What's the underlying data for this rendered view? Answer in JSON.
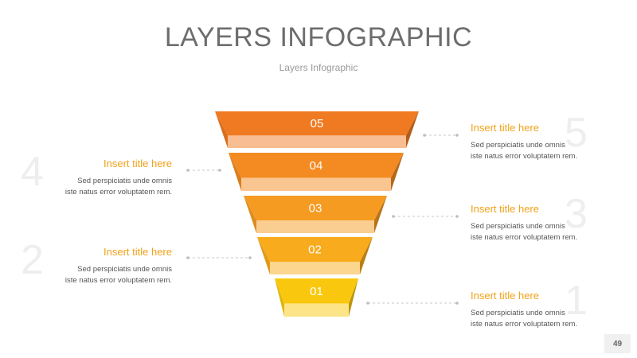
{
  "header": {
    "title": "LAYERS INFOGRAPHIC",
    "subtitle": "Layers Infographic"
  },
  "layers": [
    {
      "label": "05",
      "color": "#f07a22"
    },
    {
      "label": "04",
      "color": "#f38b22"
    },
    {
      "label": "03",
      "color": "#f59b22"
    },
    {
      "label": "02",
      "color": "#f8ab1c"
    },
    {
      "label": "01",
      "color": "#f9c80e"
    }
  ],
  "callouts": [
    {
      "number": "5",
      "title": "Insert title here",
      "text_line1": "Sed perspiciatis unde omnis",
      "text_line2": "iste natus error voluptatem rem."
    },
    {
      "number": "4",
      "title": "Insert title here",
      "text_line1": "Sed perspiciatis unde omnis",
      "text_line2": "iste natus error voluptatem rem."
    },
    {
      "number": "3",
      "title": "Insert title here",
      "text_line1": "Sed perspiciatis unde omnis",
      "text_line2": "iste natus error voluptatem rem."
    },
    {
      "number": "2",
      "title": "Insert title here",
      "text_line1": "Sed perspiciatis unde omnis",
      "text_line2": "iste natus error voluptatem rem."
    },
    {
      "number": "1",
      "title": "Insert title here",
      "text_line1": "Sed perspiciatis unde omnis",
      "text_line2": "iste natus error voluptatem rem."
    }
  ],
  "page_number": "49"
}
